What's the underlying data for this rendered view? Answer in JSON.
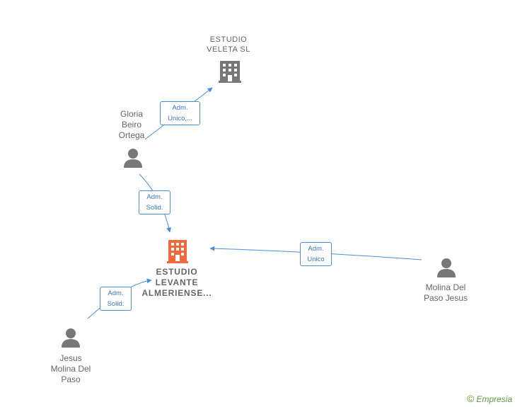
{
  "nodes": {
    "estudio_veleta": {
      "label": "ESTUDIO\nVELETA  SL",
      "color": "#777777"
    },
    "estudio_levante": {
      "label": "ESTUDIO\nLEVANTE\nALMERIENSE...",
      "color": "#f26a3c"
    },
    "gloria": {
      "label": "Gloria\nBeiro\nOrtega"
    },
    "molina_jesus": {
      "label": "Molina Del\nPaso Jesus"
    },
    "jesus_molina": {
      "label": "Jesus\nMolina Del\nPaso"
    }
  },
  "edges": {
    "gloria_veleta": {
      "label": "Adm.\nUnico,..."
    },
    "gloria_levante": {
      "label": "Adm.\nSolid."
    },
    "molina_levante": {
      "label": "Adm.\nUnico"
    },
    "jesus_levante": {
      "label": "Adm.\nSolid."
    }
  },
  "brand": {
    "copyright": "©",
    "name": "Empresia"
  },
  "colors": {
    "edge": "#4a8fd8",
    "person": "#777777"
  }
}
